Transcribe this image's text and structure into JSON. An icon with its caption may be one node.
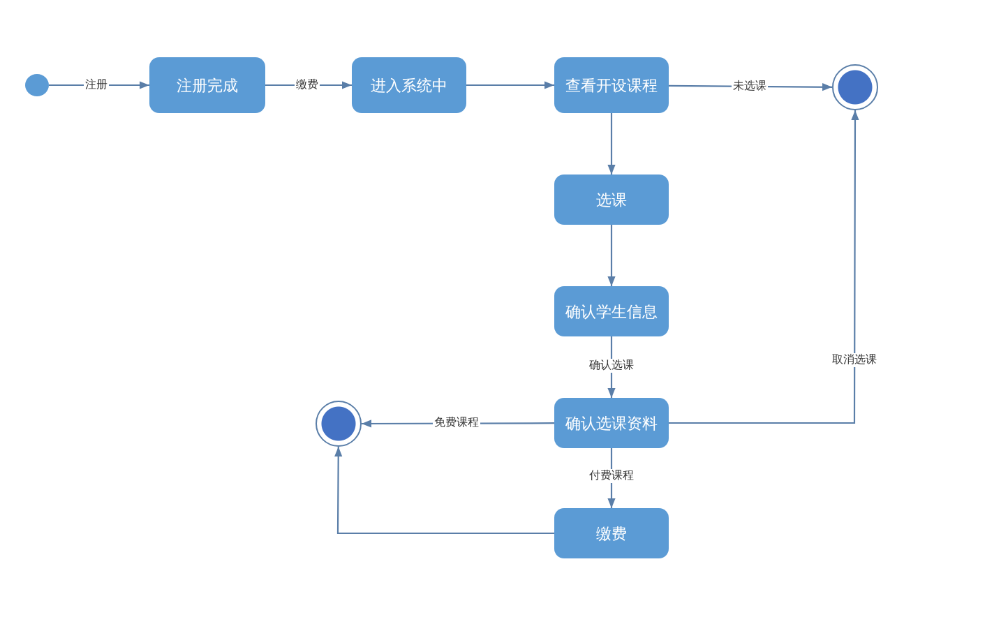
{
  "diagram": {
    "nodes": [
      {
        "text": [],
        "shape": "circle"
      },
      {
        "text": [
          "注册完成"
        ]
      },
      {
        "text": [
          "进入系统中"
        ]
      },
      {
        "text": [
          "查看开设课程"
        ]
      },
      {
        "text": [],
        "shape": "bullseye"
      },
      {
        "text": [
          "选课"
        ]
      },
      {
        "text": [
          "确认学生信息"
        ]
      },
      {
        "text": [
          "确认选课资料"
        ]
      },
      {
        "text": [],
        "shape": "bullseye"
      },
      {
        "text": [
          "缴费"
        ]
      }
    ],
    "edges": [
      {
        "from": 0,
        "to": 1,
        "arrow": "to",
        "label": "注册"
      },
      {
        "from": 1,
        "to": 2,
        "arrow": "to",
        "label": "缴费"
      },
      {
        "from": 2,
        "to": 3,
        "arrow": "to"
      },
      {
        "from": 3,
        "to": 4,
        "arrow": "to",
        "label": "未选课"
      },
      {
        "from": 3,
        "to": 5,
        "arrow": "to"
      },
      {
        "from": 5,
        "to": 6,
        "arrow": "to"
      },
      {
        "from": 6,
        "to": 7,
        "arrow": "to",
        "label": "确认选课"
      },
      {
        "from": 7,
        "to": 4,
        "arrow": "to",
        "label": "取消选课"
      },
      {
        "from": 7,
        "to": 8,
        "arrow": "to",
        "label": "免费课程"
      },
      {
        "from": 7,
        "to": 9,
        "arrow": "to",
        "label": "付费课程"
      },
      {
        "from": 9,
        "to": 8,
        "arrow": "to"
      }
    ]
  }
}
